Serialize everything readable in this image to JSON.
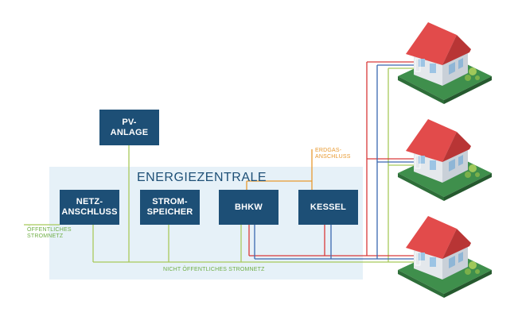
{
  "zone": {
    "title": "ENERGIEZENTRALE"
  },
  "boxes": {
    "pv": "PV-\nANLAGE",
    "netz": "NETZ-\nANSCHLUSS",
    "strom": "STROM-\nSPEICHER",
    "bhkw": "BHKW",
    "kessel": "KESSEL"
  },
  "labels": {
    "erdgas": "ERDGAS-\nANSCHLUSS",
    "oeffentlich": "ÖFFENTLICHES\nSTROMNETZ",
    "nicht_oeffentlich": "NICHT ÖFFENTLICHES STROMNETZ"
  },
  "colors": {
    "box": "#1d4f76",
    "zone": "#e6f1f8",
    "electric": "#a8c95a",
    "gas": "#e8992f",
    "heat_supply": "#d93a3a",
    "heat_return": "#3a68b0",
    "roof": "#e24b4b",
    "lawn": "#3f8f4c"
  }
}
